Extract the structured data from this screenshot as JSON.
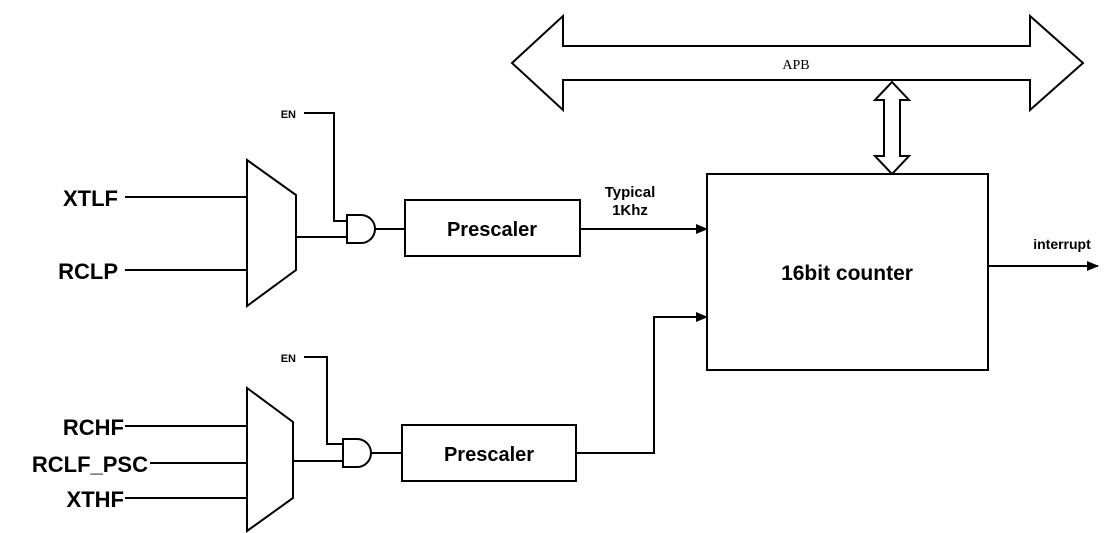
{
  "bus": {
    "label": "APB"
  },
  "mux_top": {
    "inputs": [
      "XTLF",
      "RCLP"
    ],
    "enable_label": "EN",
    "prescaler_label": "Prescaler",
    "output_label_line1": "Typical",
    "output_label_line2": "1Khz"
  },
  "mux_bottom": {
    "inputs": [
      "RCHF",
      "RCLF_PSC",
      "XTHF"
    ],
    "enable_label": "EN",
    "prescaler_label": "Prescaler"
  },
  "counter": {
    "label": "16bit counter"
  },
  "output": {
    "label": "interrupt"
  }
}
